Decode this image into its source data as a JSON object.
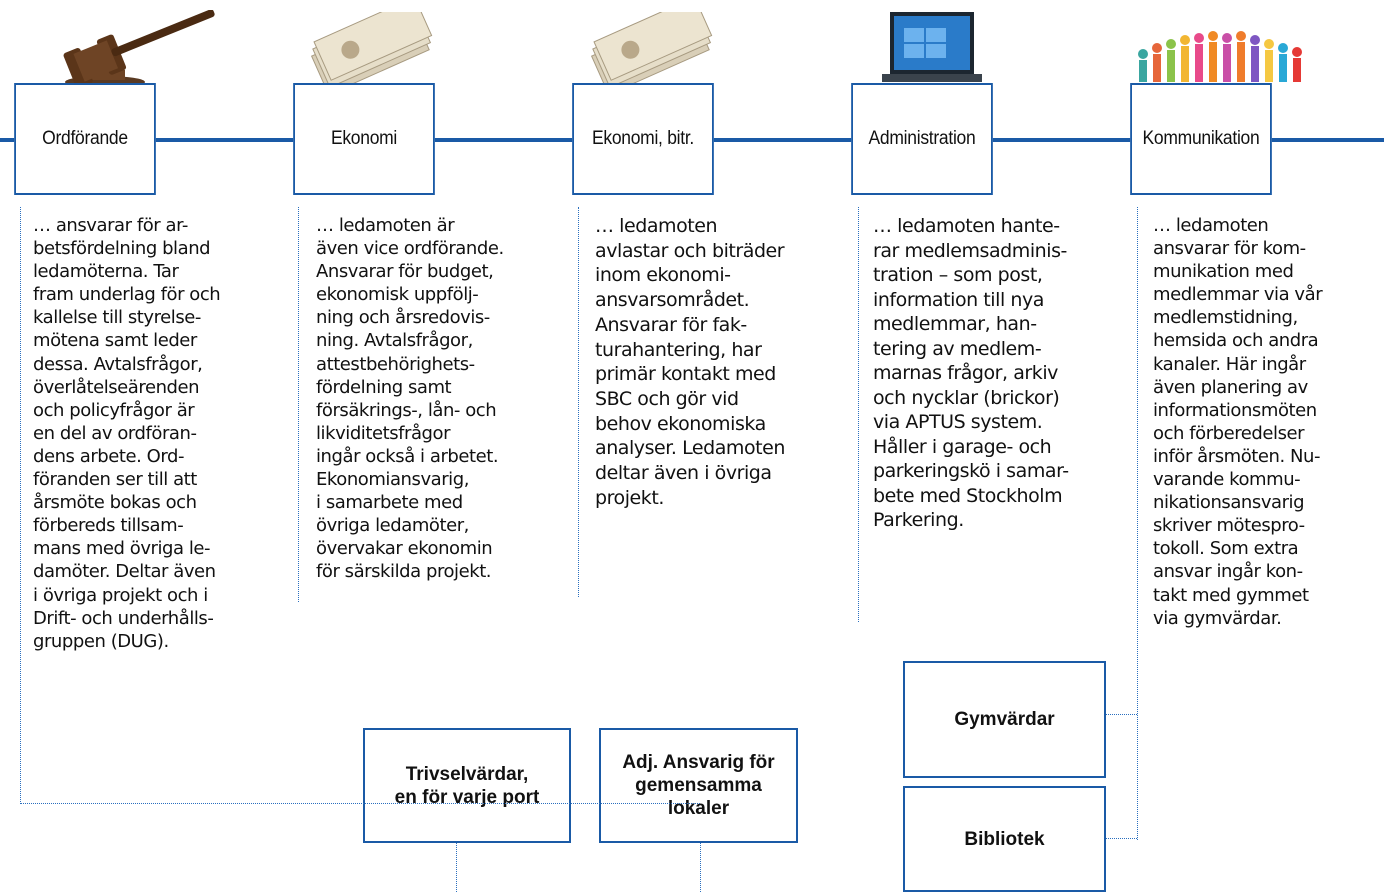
{
  "roles": [
    {
      "title": "Ordförande",
      "icon": "gavel-icon",
      "description": "… ansvarar för ar-\nbetsfördelning bland\nledamöterna. Tar\nfram underlag för och\nkallelse till styrelse-\nmötena samt leder\ndessa. Avtalsfrågor,\növerlåtelseärenden\noch policyfrågor är\nen del av ordföran-\ndens arbete. Ord-\nföranden ser till att\nårsmöte bokas och\nförbereds tillsam-\nmans med övriga le-\ndamöter. Deltar även\ni övriga projekt och i\nDrift- och underhålls-\ngruppen (DUG)."
    },
    {
      "title": "Ekonomi",
      "icon": "banknotes-icon",
      "description": "… ledamoten är\näven vice ordförande.\nAnsvarar för budget,\nekonomisk uppfölj-\nning och årsredovis-\nning. Avtalsfrågor,\nattestbehörighets-\nfördelning samt\nförsäkrings-, lån- och\nlikviditetsfrågor\ningår också i arbetet.\nEkonomiansvarig,\ni samarbete med\növriga ledamöter,\növervakar ekonomin\nför särskilda projekt."
    },
    {
      "title": "Ekonomi,  bitr.",
      "icon": "banknotes-icon",
      "description": "… ledamoten\navlastar och biträder\ninom ekonomi-\nansvarsområdet.\nAnsvarar för fak-\nturahantering, har\nprimär kontakt med\nSBC och gör vid\nbehov ekonomiska\nanalyser. Ledamoten\ndeltar även i övriga\nprojekt."
    },
    {
      "title": "Administration",
      "icon": "laptop-icon",
      "description": "… ledamoten hante-\nrar medlemsadminis-\ntration – som post,\ninformation till nya\nmedlemmar, han-\ntering av medlem-\nmarnas frågor, arkiv\noch nycklar (brickor)\nvia APTUS system.\nHåller i garage- och\nparkeringskö i samar-\nbete med Stockholm\nParkering."
    },
    {
      "title": "Kommunikation",
      "icon": "people-crowd-icon",
      "description": "… ledamoten\nansvarar för kom-\nmunikation med\nmedlemmar via vår\nmedlemstidning,\nhemsida och andra\nkanaler. Här ingår\näven planering av\ninformationsmöten\noch förberedelser\ninför årsmöten. Nu-\nvarande kommu-\nnikationsansvarig\nskriver mötespro-\ntokoll. Som extra\nansvar ingår kon-\ntakt med gymmet\nvia gymvärdar."
    }
  ],
  "subgroups": {
    "trivsel": "Trivselvärdar,\nen för varje port",
    "lokaler": "Adj. Ansvarig för\ngemensamma\nlokaler",
    "gym": "Gymvärdar",
    "bibliotek": "Bibliotek"
  },
  "colors": {
    "line": "#1a5aa6",
    "dotted": "#2a6fbf",
    "text": "#111111"
  }
}
